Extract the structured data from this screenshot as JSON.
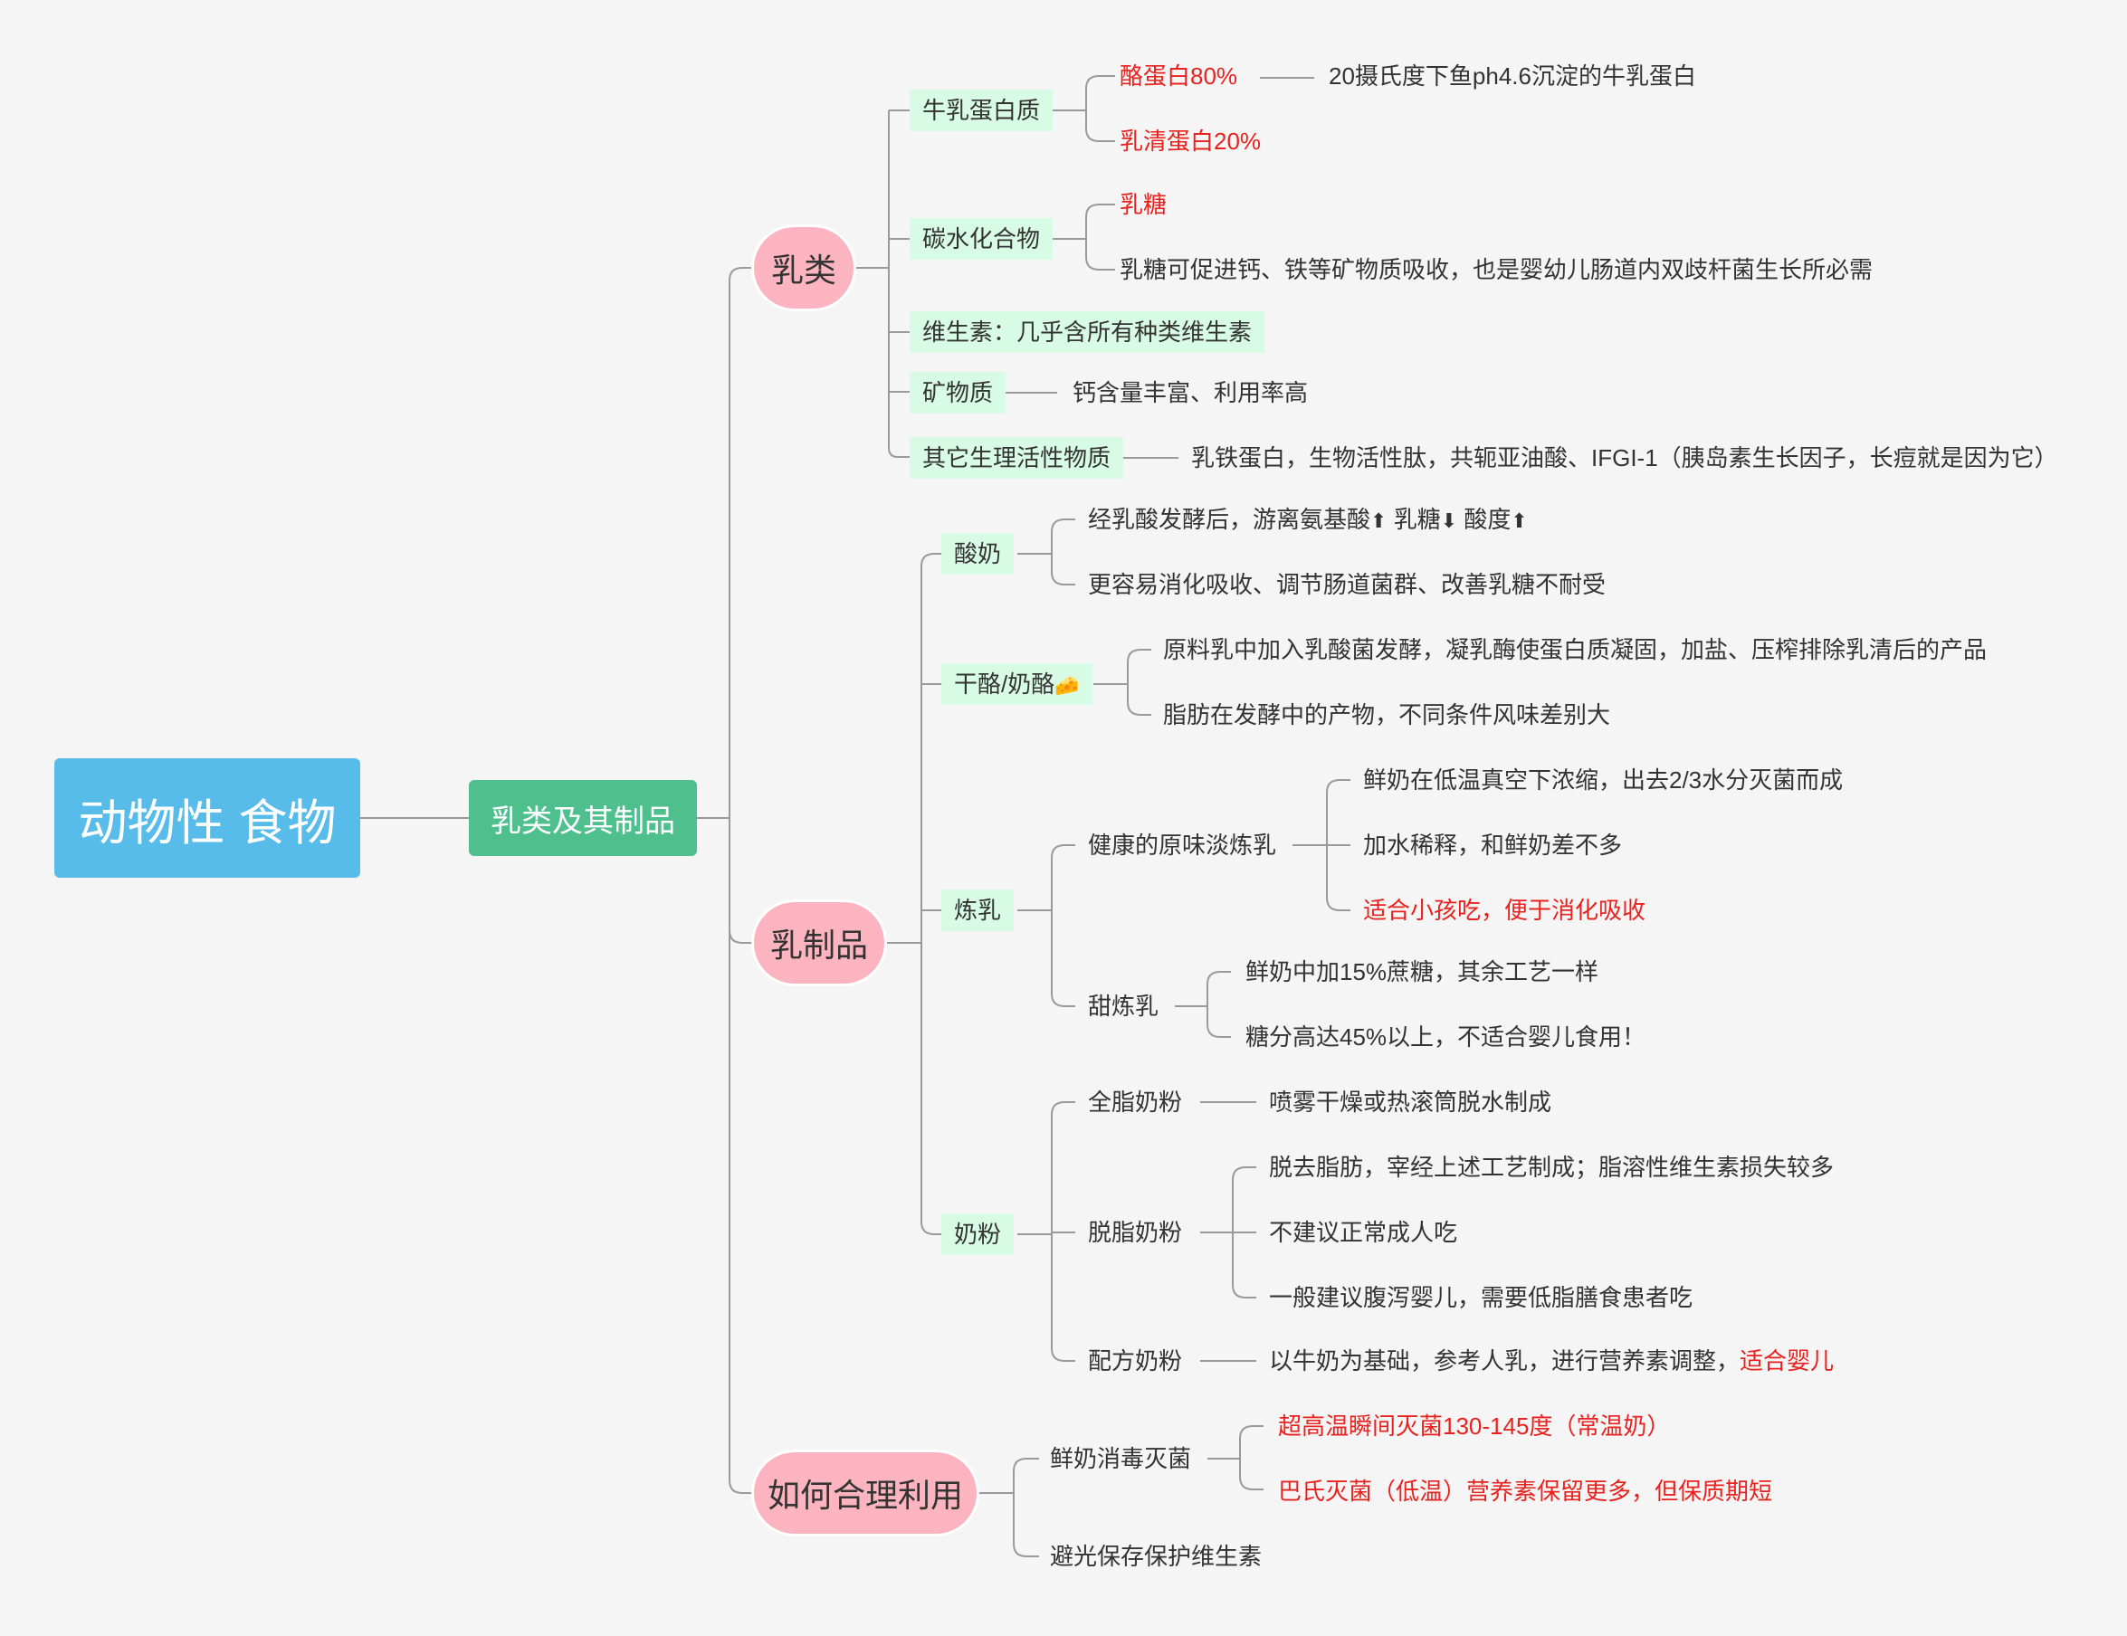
{
  "root": "动物性 食物",
  "main": "乳类及其制品",
  "milk": {
    "title": "乳类",
    "protein": {
      "label": "牛乳蛋白质",
      "casein": "酪蛋白80%",
      "casein_note": "20摄氏度下鱼ph4.6沉淀的牛乳蛋白",
      "whey": "乳清蛋白20%"
    },
    "carb": {
      "label": "碳水化合物",
      "lactose": "乳糖",
      "lactose_note": "乳糖可促进钙、铁等矿物质吸收，也是婴幼儿肠道内双歧杆菌生长所必需"
    },
    "vitamin": "维生素：几乎含所有种类维生素",
    "mineral": {
      "label": "矿物质",
      "note": "钙含量丰富、利用率高"
    },
    "bioactive": {
      "label": "其它生理活性物质",
      "note": "乳铁蛋白，生物活性肽，共轭亚油酸、IFGI-1（胰岛素生长因子，长痘就是因为它）"
    }
  },
  "dairy": {
    "title": "乳制品",
    "yogurt": {
      "label": "酸奶",
      "n1a": "经乳酸发酵后，游离氨基酸",
      "n1b": "乳糖",
      "n1c": "酸度",
      "up_icon": "⬆",
      "down_icon": "⬇",
      "n2": "更容易消化吸收、调节肠道菌群、改善乳糖不耐受"
    },
    "cheese": {
      "label": "干酪/奶酪",
      "icon": "🧀",
      "n1": "原料乳中加入乳酸菌发酵，凝乳酶使蛋白质凝固，加盐、压榨排除乳清后的产品",
      "n2": "脂肪在发酵中的产物，不同条件风味差别大"
    },
    "condensed": {
      "label": "炼乳",
      "plain": {
        "label": "健康的原味淡炼乳",
        "n1": "鲜奶在低温真空下浓缩，出去2/3水分灭菌而成",
        "n2": "加水稀释，和鲜奶差不多",
        "n3": "适合小孩吃，便于消化吸收"
      },
      "sweet": {
        "label": "甜炼乳",
        "n1": "鲜奶中加15%蔗糖，其余工艺一样",
        "n2": "糖分高达45%以上，不适合婴儿食用！"
      }
    },
    "powder": {
      "label": "奶粉",
      "whole": {
        "label": "全脂奶粉",
        "note": "喷雾干燥或热滚筒脱水制成"
      },
      "skim": {
        "label": "脱脂奶粉",
        "n1": "脱去脂肪，宰经上述工艺制成；脂溶性维生素损失较多",
        "n2": "不建议正常成人吃",
        "n3": "一般建议腹泻婴儿，需要低脂膳食患者吃"
      },
      "formula": {
        "label": "配方奶粉",
        "note": "以牛奶为基础，参考人乳，进行营养素调整，",
        "note_red": "适合婴儿"
      }
    }
  },
  "usage": {
    "title": "如何合理利用",
    "sterilize": {
      "label": "鲜奶消毒灭菌",
      "n1": "超高温瞬间灭菌130-145度（常温奶）",
      "n2": "巴氏灭菌（低温）营养素保留更多，但保质期短"
    },
    "store": "避光保存保护维生素"
  }
}
